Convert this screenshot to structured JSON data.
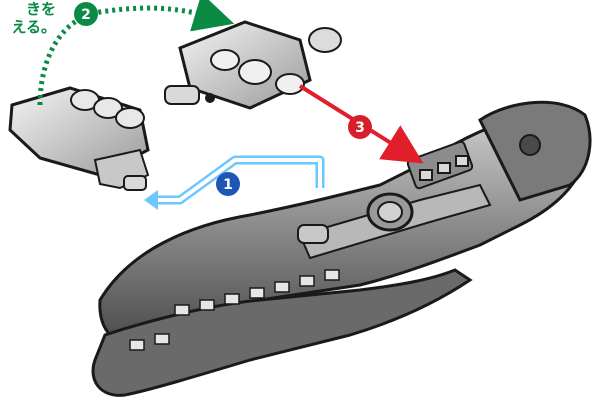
{
  "caption": {
    "lines": [
      "きを",
      "える。"
    ]
  },
  "steps": [
    {
      "number": "1",
      "color": "#1f56b5"
    },
    {
      "number": "2",
      "color": "#0a8a45"
    },
    {
      "number": "3",
      "color": "#d61f2b"
    }
  ],
  "colors": {
    "arrow_blue": "#1f56b5",
    "arrow_blue_outline": "#6ec7ff",
    "arrow_green": "#0a8a45",
    "arrow_red": "#e01f2b",
    "part_dark": "#2b2b2b",
    "part_mid": "#8e8e8e",
    "part_light": "#d9d9d9"
  },
  "icons": [
    "muzzle-part-icon",
    "blade-weapon-icon"
  ]
}
